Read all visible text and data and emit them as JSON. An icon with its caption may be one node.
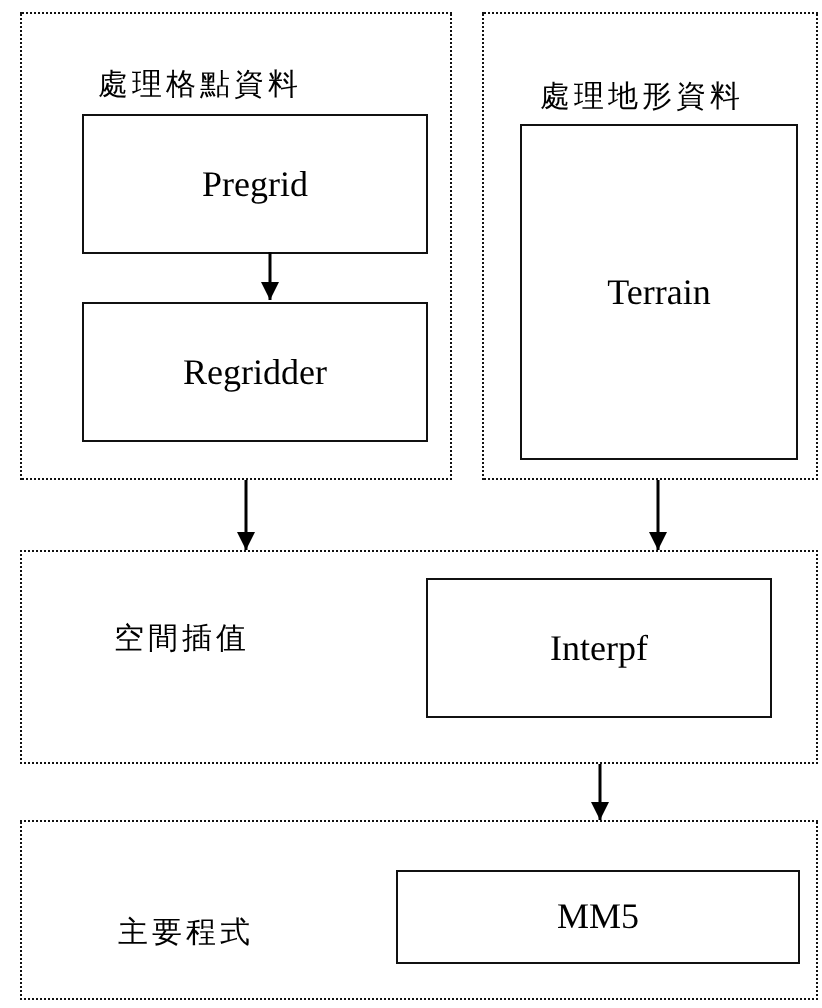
{
  "diagram": {
    "nodes": [
      {
        "text": [
          "處理格點資料"
        ]
      },
      {
        "text": [
          "Pregrid"
        ],
        "in": 0
      },
      {
        "text": [
          "Regridder"
        ],
        "in": 0
      },
      {
        "text": [
          "處理地形資料"
        ]
      },
      {
        "text": [
          "Terrain"
        ],
        "in": 3
      },
      {
        "text": [
          "空間插值"
        ]
      },
      {
        "text": [
          "Interpf"
        ],
        "in": 5
      },
      {
        "text": [
          "主要程式"
        ]
      },
      {
        "text": [
          "MM5"
        ],
        "in": 7
      }
    ],
    "edges": [
      {
        "from": 1,
        "to": 2,
        "arrow": "to"
      },
      {
        "from": 0,
        "to": 5,
        "arrow": "to"
      },
      {
        "from": 3,
        "to": 5,
        "arrow": "to"
      },
      {
        "from": 5,
        "to": 7,
        "arrow": "to"
      }
    ]
  }
}
